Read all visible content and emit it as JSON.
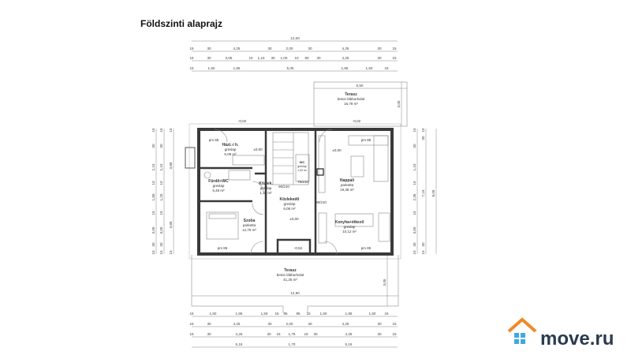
{
  "title": "Földszinti alaprajz",
  "rooms": {
    "terrace_top": {
      "name": "Terasz",
      "floor": "beton lábburkolat",
      "area": "16,78 m²",
      "width": "5,50",
      "depth": "3,05"
    },
    "utility": {
      "name": "Házt.-i h.",
      "floor": "greslap",
      "area": "6,09 m²"
    },
    "bathroom": {
      "name": "Fürdő+WC",
      "floor": "greslap",
      "area": "5,49 m²"
    },
    "corridor_small": {
      "name": "Közlek.",
      "floor": "greslap",
      "area": "1,32 m²"
    },
    "corridor": {
      "name": "Közlekedő",
      "floor": "greslap",
      "area": "6,06 m²"
    },
    "wc": {
      "name": "WC",
      "floor": "greslap",
      "area": "1,00 m²"
    },
    "living": {
      "name": "Nappali",
      "floor": "parketta",
      "area": "19,38 m²"
    },
    "bedroom": {
      "name": "Szoba",
      "floor": "parketta",
      "area": "12,75 m²"
    },
    "kitchen": {
      "name": "Konyha+étkező",
      "floor": "greslap",
      "area": "10,12 m²"
    },
    "terrace_bottom": {
      "name": "Terasz",
      "floor": "beton lábburkolat",
      "area": "41,25 m²",
      "width": "12,90",
      "depth": "3,05"
    }
  },
  "levels": {
    "entry": "±0,00",
    "outside_top_left": "-0,02",
    "outside_top_right": "-0,02",
    "entrance": "-0,52",
    "utility": "±0,00",
    "living": "±0,00",
    "corridor": "±0,00"
  },
  "labels": {
    "window_sill_a": "pm 85",
    "window_sill_b": "pm 85",
    "window_sill_c": "pm 85",
    "window_sill_d": "pm 85",
    "door_a": "90/210",
    "door_b": "90/210",
    "door_c": "75/210"
  },
  "dimensions": {
    "top_total": "12,00",
    "top_row1": [
      "15",
      "30",
      "4,25",
      "30",
      "2,00",
      "30",
      "4,25",
      "30",
      "15"
    ],
    "top_row2": [
      "15",
      "30",
      "3,05",
      "10",
      "1,10",
      "30",
      "1,00",
      "10",
      "80",
      "30",
      "4,25",
      "30",
      "15"
    ],
    "top_row3": [
      "15",
      "1,50",
      "1,85",
      "5,05",
      "1,85",
      "1,50",
      "15"
    ],
    "bottom_row1": [
      "15",
      "1,50",
      "1,85",
      "1,50",
      "15",
      "85",
      "85",
      "15",
      "1,50",
      "1,85",
      "1,50",
      "15"
    ],
    "bottom_row2": [
      "15",
      "30",
      "4,25",
      "30",
      "2,00",
      "30",
      "4,25",
      "30",
      "15"
    ],
    "bottom_row3": [
      "15",
      "30",
      "4,25",
      "30",
      "15",
      "1,75",
      "15",
      "30",
      "4,25",
      "30",
      "15"
    ],
    "bottom_row4": [
      "5,15",
      "1,70",
      "5,15"
    ],
    "right_col1": [
      "15",
      "30",
      "3,50",
      "15",
      "2,35",
      "15",
      "1,10",
      "30",
      "15"
    ],
    "right_col2": [
      "15",
      "30",
      "7,15",
      "30",
      "15"
    ],
    "right_col3": [
      "8,00"
    ],
    "left_col1": [
      "15",
      "30",
      "3,00",
      "15",
      "1,80",
      "10",
      "2,10",
      "30",
      "15"
    ],
    "left_col2": [
      "15",
      "30",
      "3,00",
      "15",
      "1,20",
      "10",
      "2,10",
      "30",
      "15"
    ],
    "left_col3": [
      "15",
      "3,85",
      "3,85",
      "15"
    ]
  },
  "logo": {
    "text": "move.ru",
    "color": "#f08a24",
    "text_color": "#2a3b4f"
  }
}
